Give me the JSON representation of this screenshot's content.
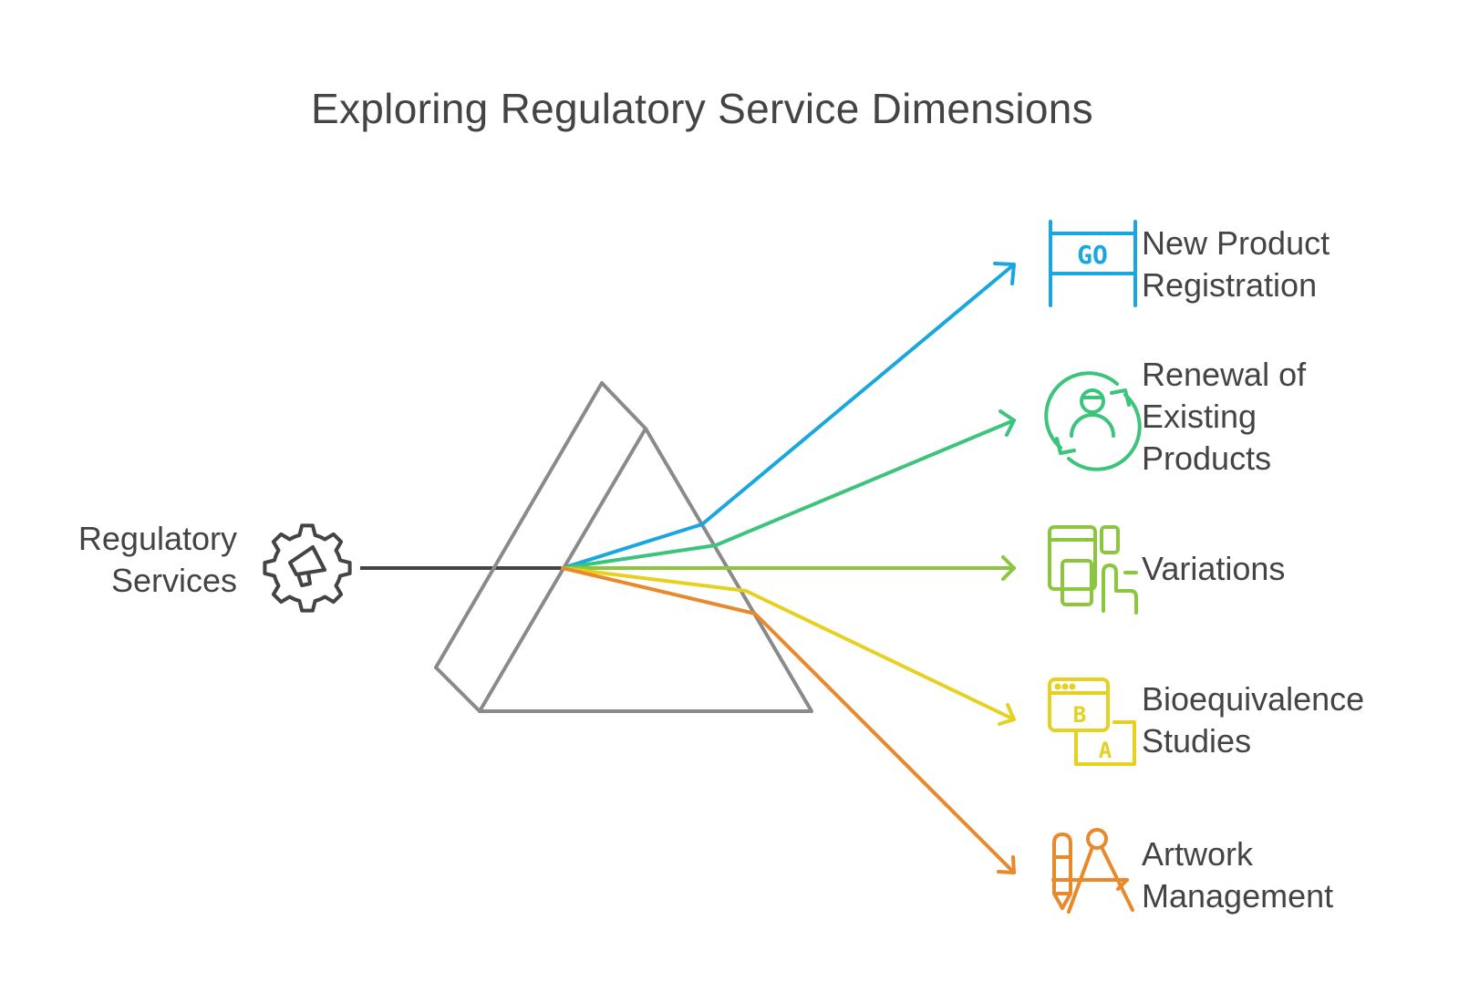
{
  "title": "Exploring Regulatory Service Dimensions",
  "source": {
    "lines": [
      "Regulatory",
      "Services"
    ],
    "icon": "megaphone-gear-icon"
  },
  "items": [
    {
      "lines": [
        "New Product",
        "Registration"
      ],
      "color": "#1aa7e0",
      "icon": "go-sign-icon",
      "icon_text": "GO"
    },
    {
      "lines": [
        "Renewal of",
        "Existing",
        "Products"
      ],
      "color": "#3cc47c",
      "icon": "user-refresh-icon"
    },
    {
      "lines": [
        "Variations"
      ],
      "color": "#8cc63f",
      "icon": "devices-touch-icon"
    },
    {
      "lines": [
        "Bioequivalence",
        "Studies"
      ],
      "color": "#e6d020",
      "icon": "ab-test-icon",
      "icon_text_b": "B",
      "icon_text_a": "A"
    },
    {
      "lines": [
        "Artwork",
        "Management"
      ],
      "color": "#e8892c",
      "icon": "pencil-compass-icon"
    }
  ],
  "colors": {
    "text": "#444444",
    "prism": "#8a8a8a",
    "input_beam": "#444444"
  }
}
